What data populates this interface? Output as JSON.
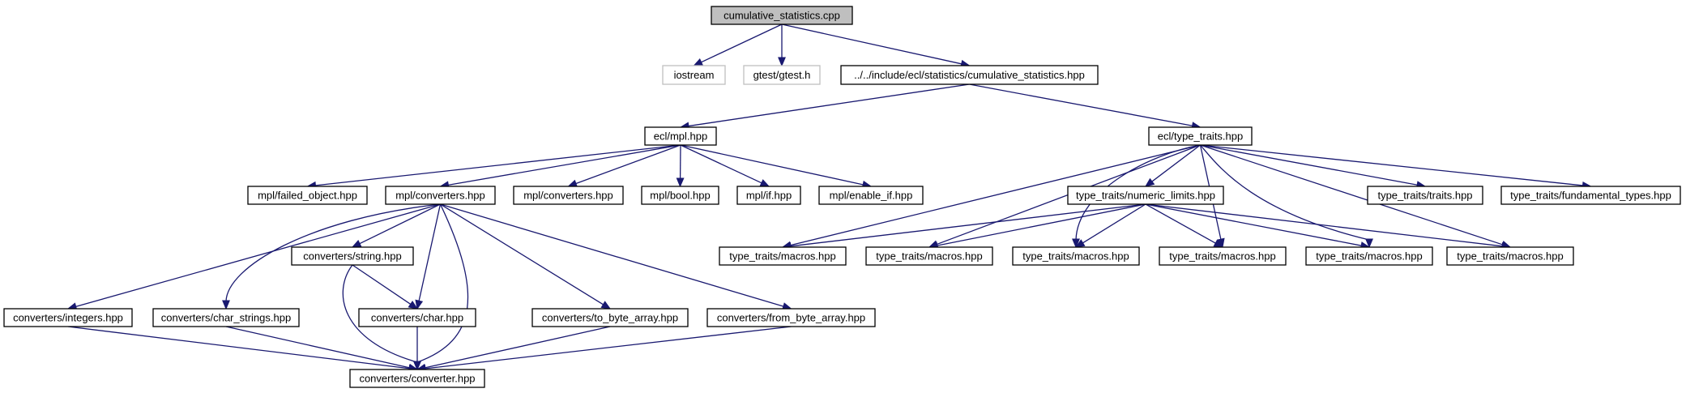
{
  "title": "cumulative_statistics.cpp",
  "colors": {
    "edge": "#191970",
    "root_fill": "#bfbfbf",
    "node_border": "#000000",
    "external_border": "#bfbfbf"
  },
  "nodes": {
    "root": "cumulative_statistics.cpp",
    "iostream": "iostream",
    "gtest": "gtest/gtest.h",
    "cumulative_hpp": "../../include/ecl/statistics/cumulative_statistics.hpp",
    "ecl_mpl": "ecl/mpl.hpp",
    "ecl_type_traits": "ecl/type_traits.hpp",
    "mpl_failed_object": "mpl/failed_object.hpp",
    "mpl_converters_a": "mpl/converters.hpp",
    "mpl_converters_b": "mpl/converters.hpp",
    "mpl_bool": "mpl/bool.hpp",
    "mpl_if": "mpl/if.hpp",
    "mpl_enable_if": "mpl/enable_if.hpp",
    "tt_numeric_limits": "type_traits/numeric_limits.hpp",
    "tt_traits": "type_traits/traits.hpp",
    "tt_fundamental_types": "type_traits/fundamental_types.hpp",
    "tt_macros_1": "type_traits/macros.hpp",
    "tt_macros_2": "type_traits/macros.hpp",
    "tt_macros_3": "type_traits/macros.hpp",
    "tt_macros_4": "type_traits/macros.hpp",
    "tt_macros_5": "type_traits/macros.hpp",
    "tt_macros_6": "type_traits/macros.hpp",
    "conv_string": "converters/string.hpp",
    "conv_integers": "converters/integers.hpp",
    "conv_char_strings": "converters/char_strings.hpp",
    "conv_char": "converters/char.hpp",
    "conv_to_byte_array": "converters/to_byte_array.hpp",
    "conv_from_byte_array": "converters/from_byte_array.hpp",
    "conv_converter": "converters/converter.hpp"
  }
}
